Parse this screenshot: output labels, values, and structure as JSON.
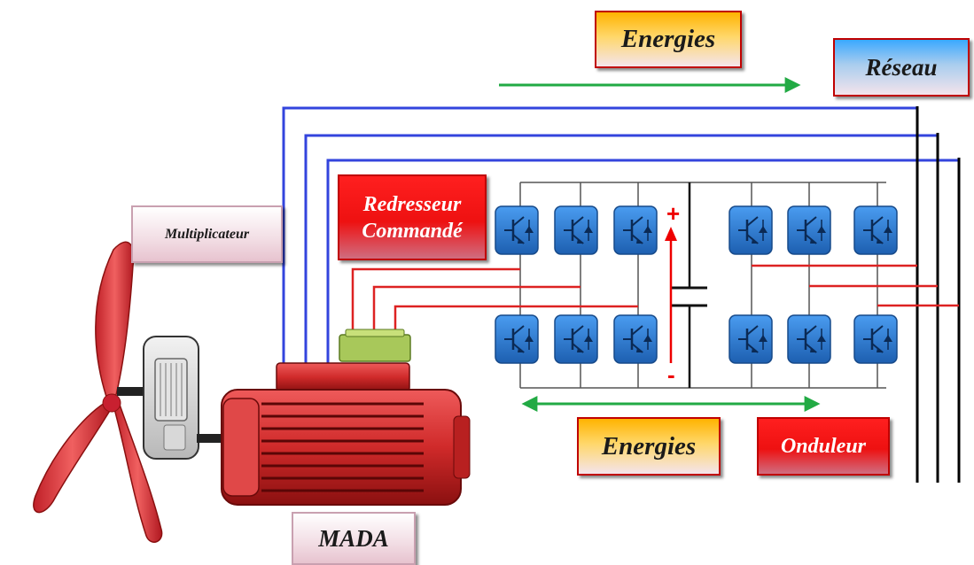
{
  "labels": {
    "energies_top": "Energies",
    "reseau": "Réseau",
    "multiplicateur": "Multiplicateur",
    "redresseur_line1": "Redresseur",
    "redresseur_line2": "Commandé",
    "energies_bottom": "Energies",
    "onduleur": "Onduleur",
    "mada": "MADA",
    "dc_plus": "+",
    "dc_minus": "-"
  },
  "colors": {
    "grid_lines": "#3344dd",
    "control_lines": "#dd2222",
    "energy_arrow": "#22aa44",
    "switch_blue": "#2a78d0",
    "turbine_red": "#d8303a",
    "label_border": "#c00000"
  },
  "icons": {
    "switch": "igbt-transistor-icon",
    "capacitor": "capacitor-icon",
    "turbine": "wind-turbine-blades",
    "gearbox": "gearbox-multiplier",
    "generator": "asynchronous-machine"
  }
}
